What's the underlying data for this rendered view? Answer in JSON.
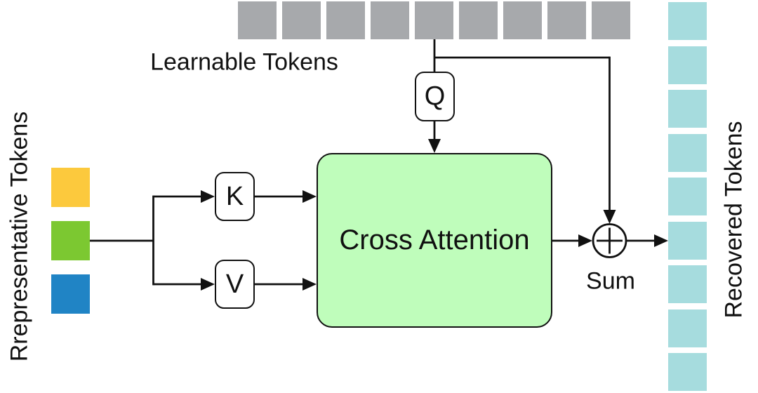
{
  "labels": {
    "learnable": "Learnable Tokens",
    "representative": "Rrepresentative Tokens",
    "recovered": "Recovered Tokens",
    "cross_attention": "Cross Attention",
    "sum": "Sum",
    "q": "Q",
    "k": "K",
    "v": "V"
  },
  "colors": {
    "line": "#111111",
    "attention_fill": "#bffdbb",
    "gray_token": "#a7a9ac",
    "yellow_token": "#fcc93d",
    "green_token": "#7cc831",
    "blue_token": "#2084c5",
    "cyan_token": "#a6dcde"
  },
  "tokens": {
    "learnable": {
      "name": "learnable-token",
      "count": 9,
      "color": "#a7a9ac"
    },
    "representative": {
      "name": "representative-token",
      "count": 3,
      "colors": [
        "#fcc93d",
        "#7cc831",
        "#2084c5"
      ]
    },
    "recovered": {
      "name": "recovered-token",
      "count": 9,
      "color": "#a6dcde"
    }
  }
}
